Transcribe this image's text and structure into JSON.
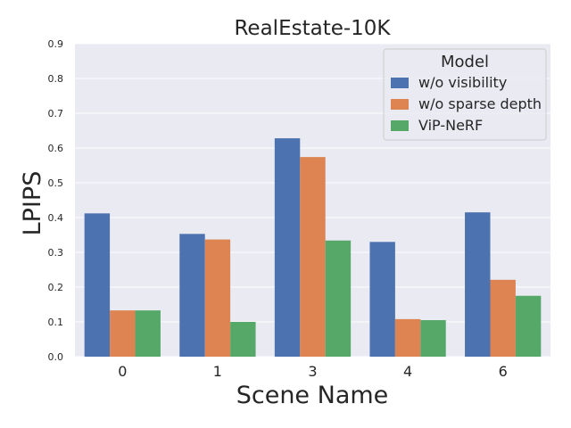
{
  "chart_data": {
    "type": "bar",
    "title": "RealEstate-10K",
    "xlabel": "Scene Name",
    "ylabel": "LPIPS",
    "categories": [
      "0",
      "1",
      "3",
      "4",
      "6"
    ],
    "ylim": [
      0,
      0.9
    ],
    "yticks": [
      "0.0",
      "0.1",
      "0.2",
      "0.3",
      "0.4",
      "0.5",
      "0.6",
      "0.7",
      "0.8",
      "0.9"
    ],
    "grid": true,
    "legend": {
      "title": "Model",
      "position": "top-right"
    },
    "series": [
      {
        "name": "w/o visibility",
        "color": "#4c72b0",
        "values": [
          0.412,
          0.353,
          0.628,
          0.33,
          0.415
        ]
      },
      {
        "name": "w/o sparse depth",
        "color": "#dd8452",
        "values": [
          0.133,
          0.337,
          0.574,
          0.108,
          0.221
        ]
      },
      {
        "name": "ViP-NeRF",
        "color": "#55a868",
        "values": [
          0.133,
          0.1,
          0.334,
          0.105,
          0.175
        ]
      }
    ],
    "background": "#eaeaf2",
    "grid_color": "#ffffff"
  }
}
